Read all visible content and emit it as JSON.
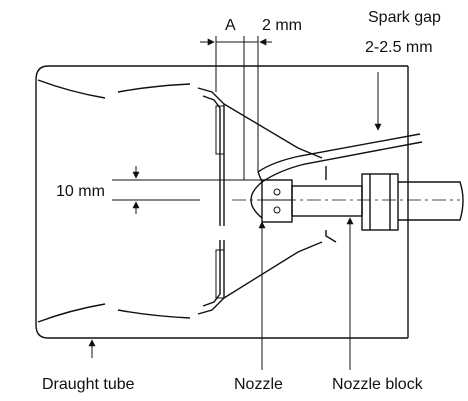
{
  "labels": {
    "dim_a": "A",
    "dim_2mm": "2 mm",
    "spark_gap_line1": "Spark gap",
    "spark_gap_line2": "2-2.5 mm",
    "dim_10mm": "10 mm",
    "draught_tube": "Draught tube",
    "nozzle": "Nozzle",
    "nozzle_block": "Nozzle block"
  }
}
